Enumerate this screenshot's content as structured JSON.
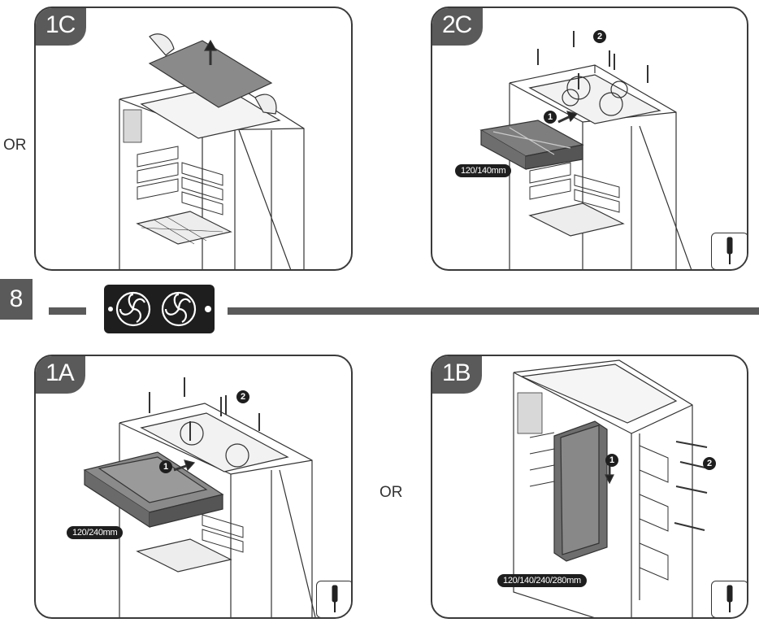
{
  "section": {
    "number": "8"
  },
  "or_labels": [
    "OR",
    "OR"
  ],
  "panels": {
    "p1c": {
      "tag": "1C"
    },
    "p2c": {
      "tag": "2C",
      "badge1": "1",
      "badge2": "2",
      "dimension": "120/140mm"
    },
    "p1a": {
      "tag": "1A",
      "badge1": "1",
      "badge2": "2",
      "dimension": "120/240mm"
    },
    "p1b": {
      "tag": "1B",
      "badge1": "1",
      "badge2": "2",
      "dimension": "120/140/240/280mm"
    }
  },
  "icons": {
    "radiator": "dual-fan-radiator-icon",
    "tool": "screwdriver-icon"
  }
}
